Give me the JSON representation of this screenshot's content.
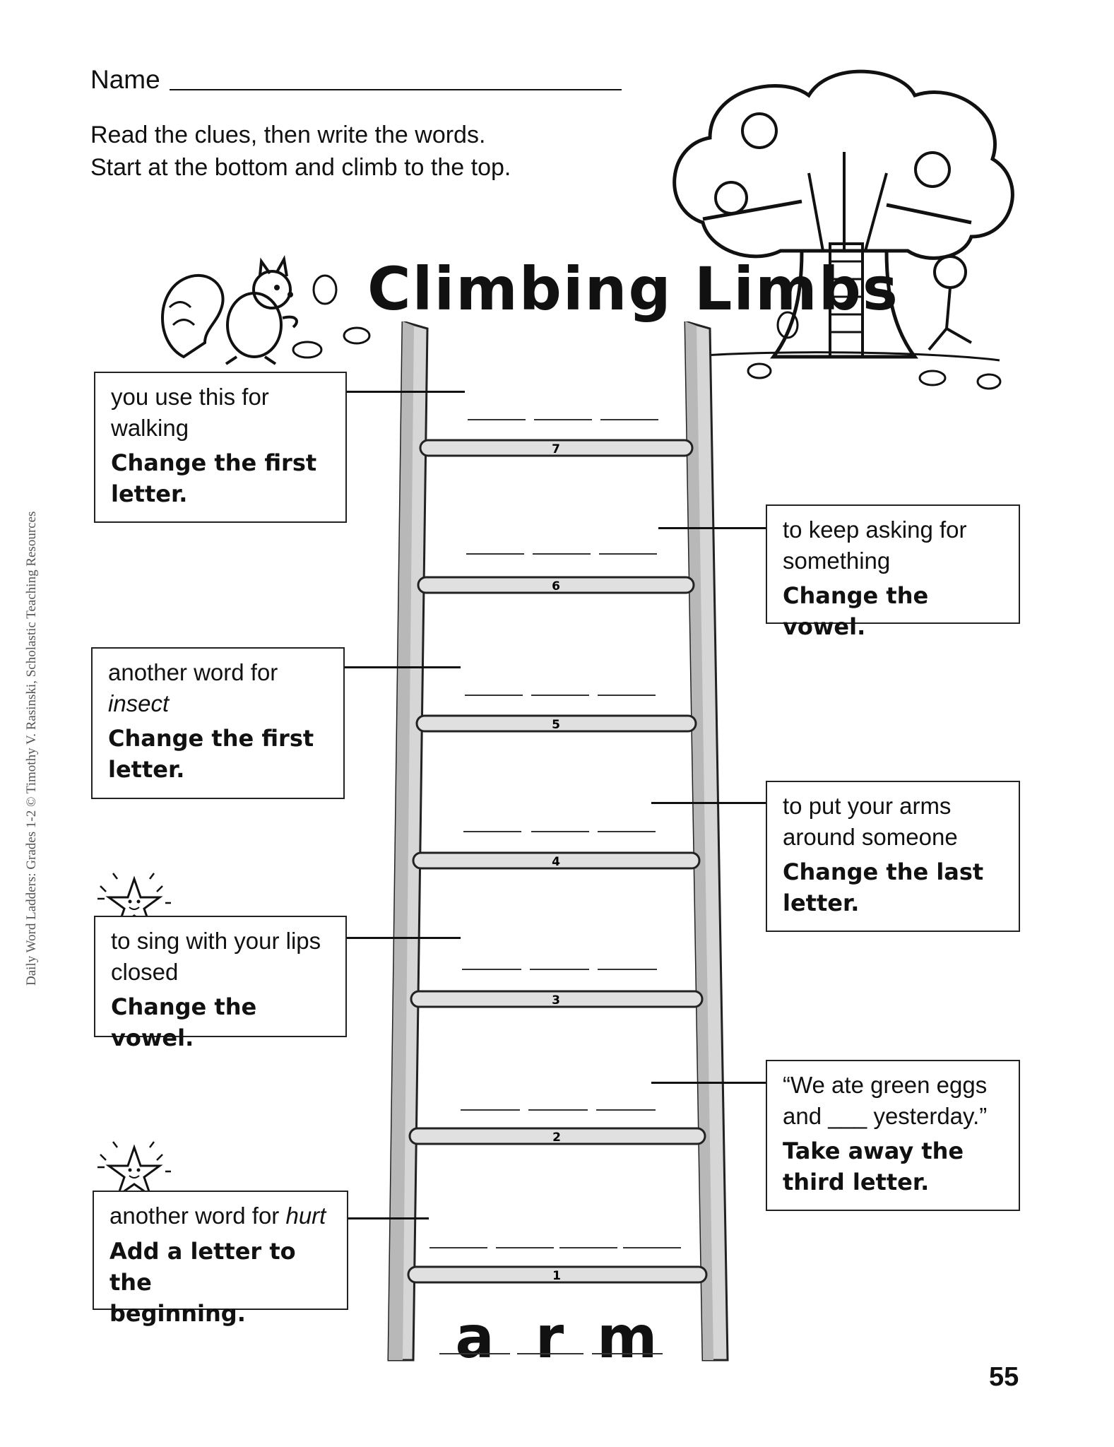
{
  "header": {
    "name_label": "Name",
    "instructions": [
      "Read the clues, then write the words.",
      "Start at the bottom and climb to the top."
    ],
    "title": "Climbing Limbs"
  },
  "sidebar": {
    "credit": "Daily Word Ladders: Grades 1-2 © Timothy V. Rasinski, Scholastic Teaching Resources"
  },
  "clues": [
    {
      "rung": "7",
      "desc_lines": [
        "you use this for",
        "walking"
      ],
      "instruction_lines": [
        "Change the first",
        "letter."
      ]
    },
    {
      "rung": "6",
      "desc_lines": [
        "to keep asking for",
        "something"
      ],
      "instruction_lines": [
        "Change the vowel."
      ]
    },
    {
      "rung": "5",
      "desc_lines": [
        "another word for",
        "insect"
      ],
      "instruction_lines": [
        "Change the first",
        "letter."
      ]
    },
    {
      "rung": "4",
      "desc_lines": [
        "to put your arms",
        "around someone"
      ],
      "instruction_lines": [
        "Change the last",
        "letter."
      ]
    },
    {
      "rung": "3",
      "desc_lines": [
        "to sing with your lips",
        "closed"
      ],
      "instruction_lines": [
        "Change the vowel."
      ]
    },
    {
      "rung": "2",
      "desc_lines": [
        "“We ate green eggs",
        "and ___ yesterday.”"
      ],
      "instruction_lines": [
        "Take away the",
        "third letter."
      ]
    },
    {
      "rung": "1",
      "desc_lines": [
        "another word for hurt"
      ],
      "instruction_lines": [
        "Add a letter to the",
        "beginning."
      ]
    }
  ],
  "start_word": [
    "a",
    "r",
    "m"
  ],
  "page_number": "55"
}
